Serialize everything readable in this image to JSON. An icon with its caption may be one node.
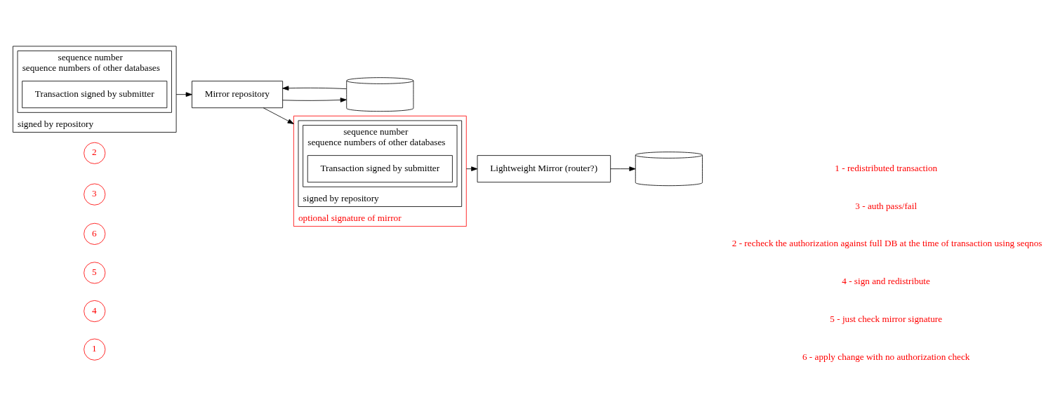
{
  "diagram": {
    "nodes": [
      {
        "text": [
          "signed by repository"
        ]
      },
      {
        "text": [
          "sequence number",
          "sequence numbers of other databases"
        ],
        "in": 0
      },
      {
        "text": [
          "Transaction signed by submitter"
        ],
        "in": 1
      },
      {
        "text": [
          "1"
        ]
      },
      {
        "text": [
          "Mirror repository"
        ]
      },
      {
        "text": [
          "2"
        ]
      },
      {
        "text": [],
        "shape": "cylinder"
      },
      {
        "text": [
          "3"
        ]
      },
      {
        "text": [
          "4"
        ]
      },
      {
        "text": [
          "optional signature of mirror"
        ]
      },
      {
        "text": [
          "signed by repository"
        ],
        "in": 9
      },
      {
        "text": [
          "sequence number",
          "sequence numbers of other databases"
        ],
        "in": 10
      },
      {
        "text": [
          "Transaction signed by submitter"
        ],
        "in": 11
      },
      {
        "text": [
          "5"
        ]
      },
      {
        "text": [
          "Lightweight Mirror (router?)"
        ]
      },
      {
        "text": [
          "6"
        ]
      },
      {
        "text": [],
        "shape": "cylinder"
      }
    ],
    "edges": [
      {
        "from": 0,
        "to": 4,
        "arrow": "to"
      },
      {
        "from": 4,
        "to": 6,
        "arrow": "to"
      },
      {
        "from": 6,
        "to": 4,
        "arrow": "to"
      },
      {
        "from": 4,
        "to": 9,
        "arrow": "to"
      },
      {
        "from": 9,
        "to": 14,
        "arrow": "to"
      },
      {
        "from": 14,
        "to": 16,
        "arrow": "to"
      }
    ],
    "labels": [
      "1 - redistributed transaction",
      "3 - auth pass/fail",
      "2 - recheck the authorization against full DB at the time of transaction using seqnos",
      "4 - sign and redistribute",
      "5 - just check mirror signature",
      "6 - apply change with no authorization check"
    ]
  }
}
